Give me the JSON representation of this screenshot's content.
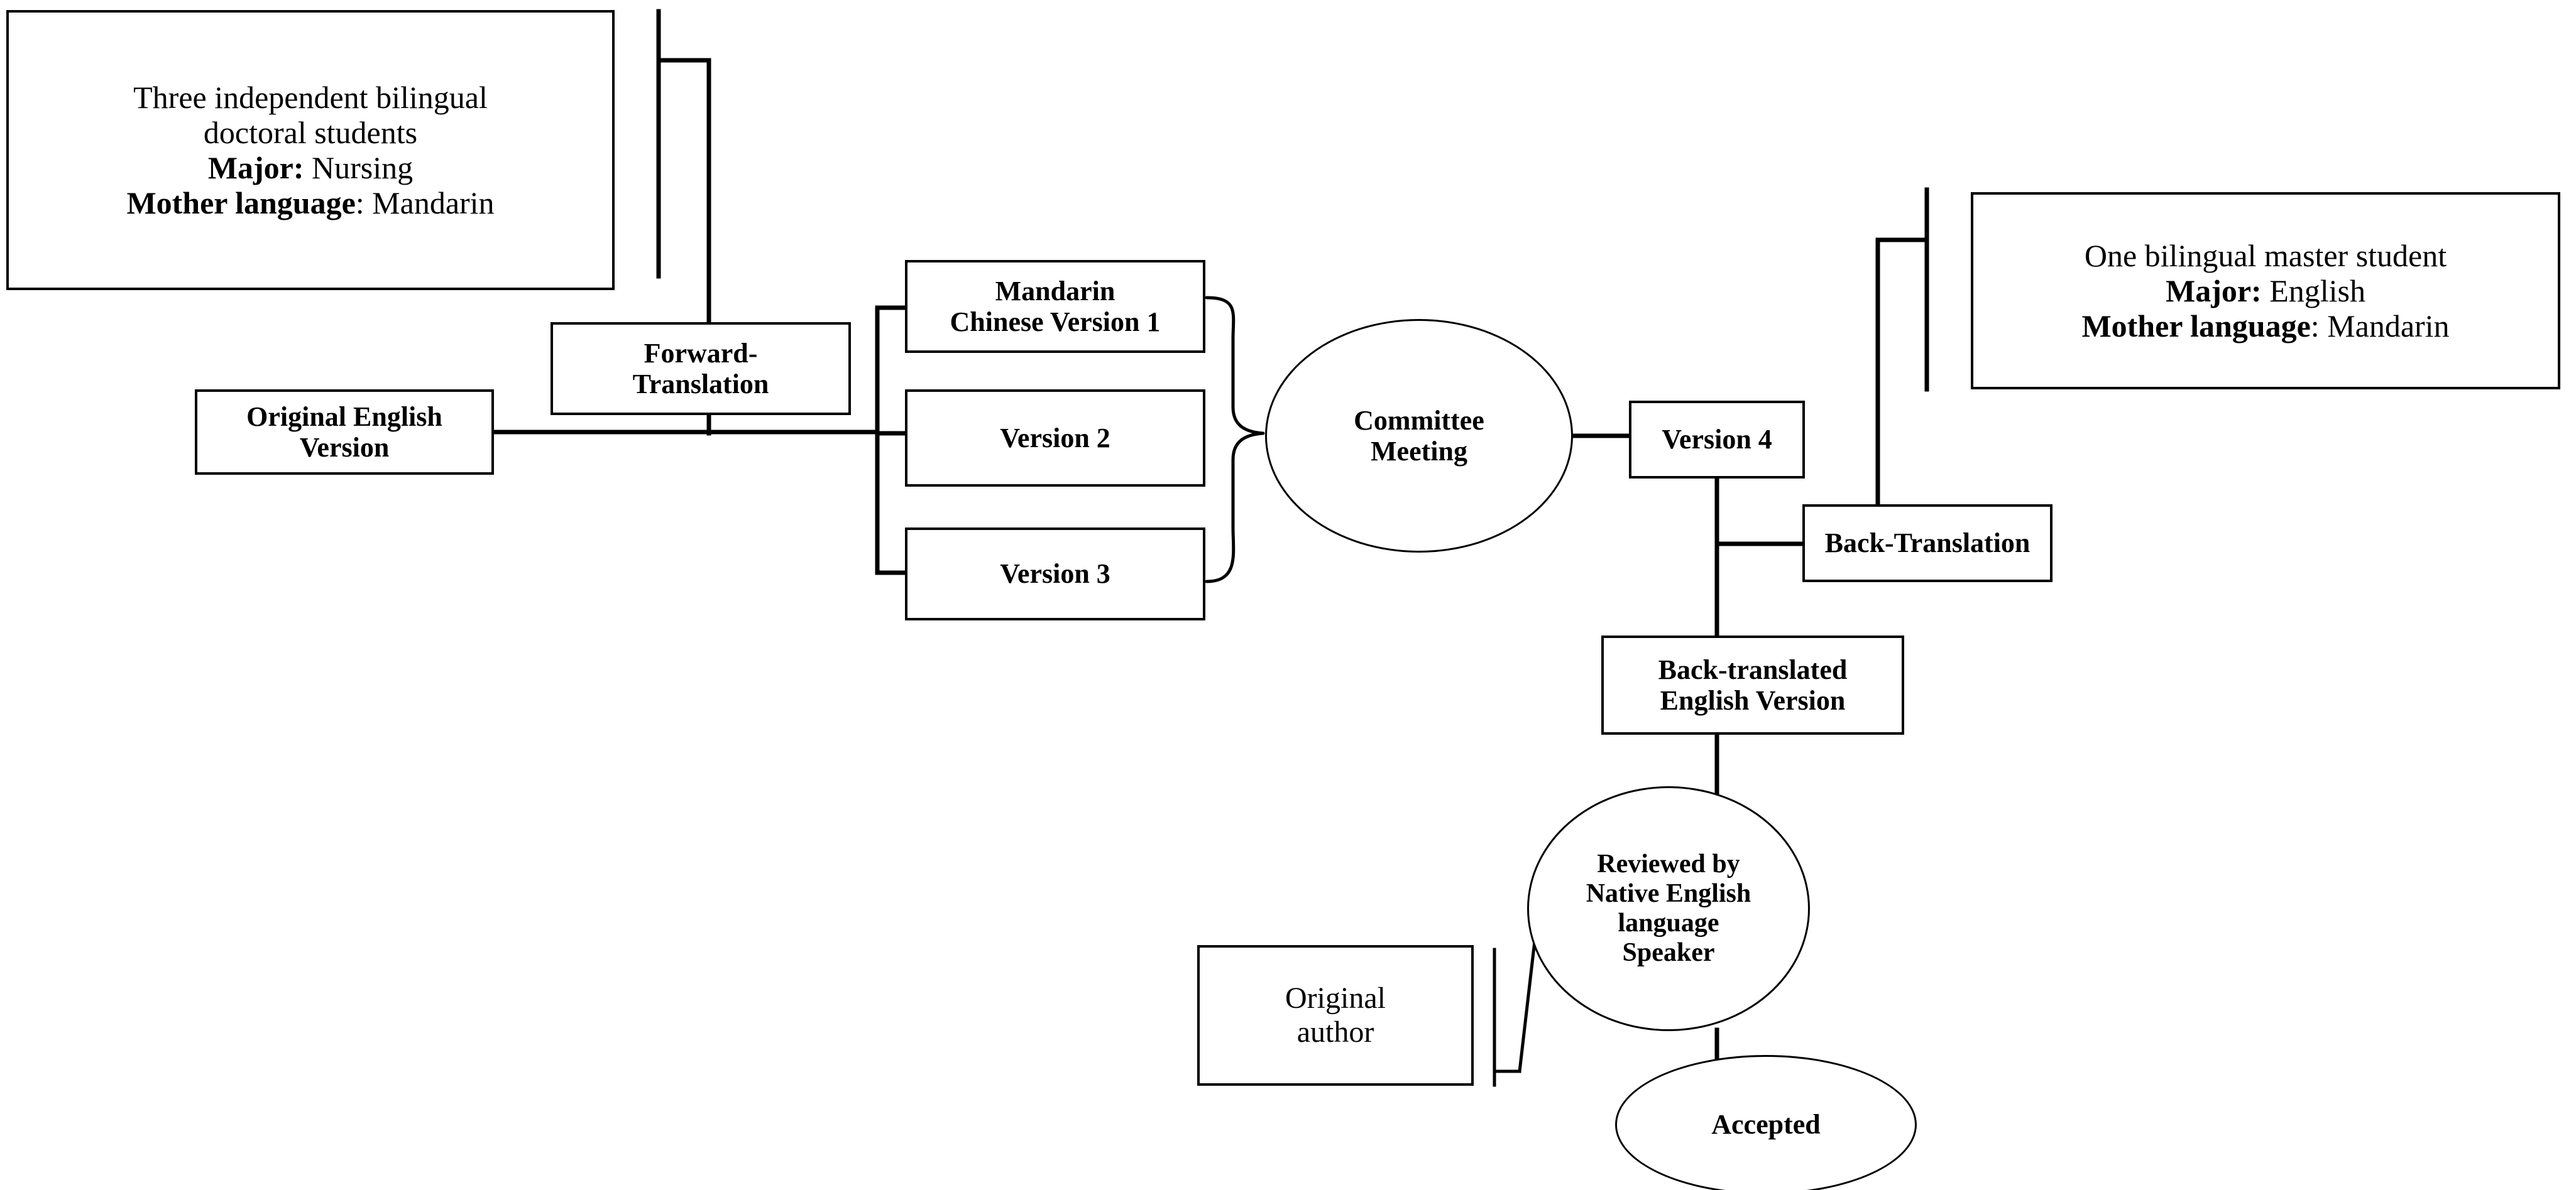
{
  "diagram": {
    "title": "Translation and back-translation process flow",
    "stroke_color": "#000000",
    "background_color": "#ffffff"
  },
  "panels": {
    "doctoral_students": {
      "line1": "Three independent bilingual",
      "line2": "doctoral students",
      "major_label": "Major:",
      "major_value": " Nursing",
      "mother_label": "Mother language",
      "mother_value": ": Mandarin"
    },
    "master_student": {
      "line1": "One bilingual  master student",
      "major_label": "Major:",
      "major_value": " English",
      "mother_label": "Mother language",
      "mother_value": ": Mandarin"
    }
  },
  "nodes": {
    "original_english": {
      "line1": "Original  English",
      "line2": "Version"
    },
    "forward_translation": {
      "line1": "Forward-",
      "line2": "Translation"
    },
    "version_1": {
      "line1": "Mandarin",
      "line2": "Chinese Version 1"
    },
    "version_2": {
      "label": "Version 2"
    },
    "version_3": {
      "label": "Version 3"
    },
    "committee_meeting": {
      "line1": "Committee",
      "line2": "Meeting"
    },
    "version_4": {
      "label": "Version 4"
    },
    "back_translation": {
      "label": "Back-Translation"
    },
    "back_translated_english": {
      "line1": "Back-translated",
      "line2": "English Version"
    },
    "reviewed_native_speaker": {
      "line1": "Reviewed by",
      "line2": "Native English",
      "line3": "language",
      "line4": "Speaker"
    },
    "accepted": {
      "label": "Accepted"
    },
    "original_author": {
      "line1": "Original",
      "line2": "author"
    }
  }
}
